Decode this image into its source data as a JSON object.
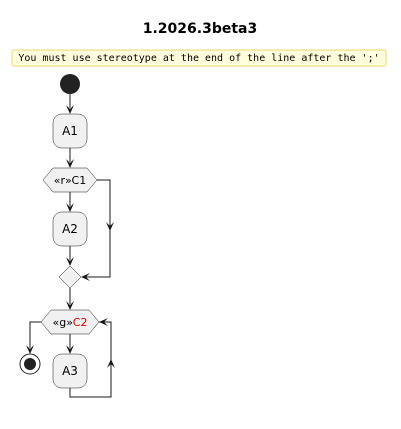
{
  "diagram": {
    "title": "1.2026.3beta3",
    "warning": "You must use stereotype at the end of the line after the ';'",
    "activities": {
      "a1": "A1",
      "a2": "A2",
      "a3": "A3"
    },
    "conditions": {
      "c1": {
        "stereotype": "«r»",
        "label": "C1",
        "label_color": "#000000"
      },
      "c2": {
        "stereotype": "«g»",
        "label": "C2",
        "label_color": "#e00000"
      }
    },
    "colors": {
      "warning_bg": "#ffffdd",
      "warning_border": "#f2e49a",
      "node_fill": "#f1f1f1",
      "line": "#181818"
    }
  }
}
